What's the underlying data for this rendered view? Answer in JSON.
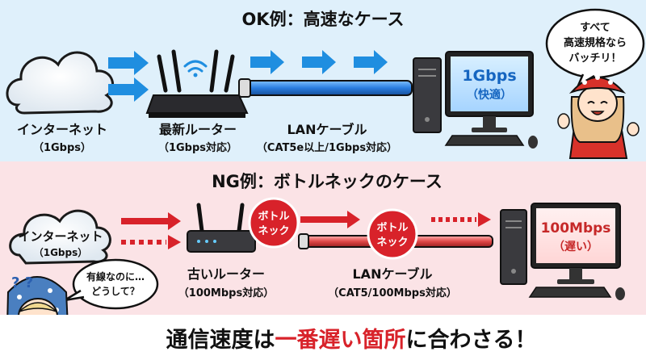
{
  "ok": {
    "title": "OK例：高速なケース",
    "internet_label": "インターネット",
    "internet_speed": "（1Gbps）",
    "router_label": "最新ルーター",
    "router_spec": "（1Gbps対応）",
    "cable_label": "LANケーブル",
    "cable_spec": "（CAT5e以上/1Gbps対応）",
    "pc_speed": "1Gbps",
    "pc_note": "（快適）",
    "bubble": [
      "すべて",
      "高速規格なら",
      "バッチリ！"
    ]
  },
  "ng": {
    "title": "NG例：ボトルネックのケース",
    "internet_label": "インターネット",
    "internet_speed": "（1Gbps）",
    "router_label": "古いルーター",
    "router_spec": "（100Mbps対応）",
    "cable_label": "LANケーブル",
    "cable_spec": "（CAT5/100Mbps対応）",
    "bottleneck_badge": [
      "ボトル",
      "ネック"
    ],
    "pc_speed": "100Mbps",
    "pc_note": "（遅い）",
    "bubble": [
      "有線なのに…",
      "どうして？"
    ],
    "question_marks": "?  ?"
  },
  "footer": {
    "part1": "通信速度は",
    "part2": "一番遅い箇所",
    "part3": "に合わさる！"
  },
  "colors": {
    "ok_bg": "#dff0fb",
    "ng_bg": "#fbe3e6",
    "blue_arrow": "#1f8ee0",
    "red_arrow": "#d8222a",
    "badge": "#d8222a",
    "cable_blue": "#2a7de0",
    "cable_red": "#e04848"
  },
  "icons": [
    "cloud-icon",
    "router-icon",
    "wifi-icon",
    "desktop-pc-icon",
    "monitor-icon",
    "keyboard-icon",
    "mouse-icon",
    "girl-character-icon",
    "crying-character-icon"
  ]
}
